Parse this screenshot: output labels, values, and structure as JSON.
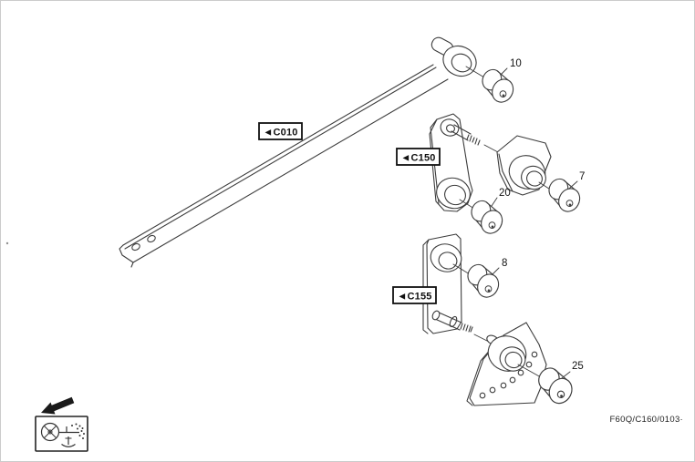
{
  "page": {
    "background": "#ffffff",
    "border_color": "#cccccc",
    "footer_code": "F60Q/C160/0103·"
  },
  "diagram": {
    "assembly_refs": [
      {
        "id": "C010",
        "label": "◄C010",
        "points_to": "torque-rod"
      },
      {
        "id": "C150",
        "label": "◄C150",
        "points_to": "upper-link-and-bracket"
      },
      {
        "id": "C155",
        "label": "◄C155",
        "points_to": "lower-link-and-bracket"
      }
    ],
    "part_callouts": [
      {
        "number": "10",
        "part": "rod-eye-bushing"
      },
      {
        "number": "7",
        "part": "upper-bracket-bushing"
      },
      {
        "number": "20",
        "part": "upper-link-bushing"
      },
      {
        "number": "8",
        "part": "lower-link-bushing"
      },
      {
        "number": "25",
        "part": "lower-bracket-bushing"
      }
    ]
  },
  "legend": {
    "arrow_icon": "down-left-solid-arrow",
    "pictogram_icon": "axle-position-pictogram"
  },
  "colors": {
    "line": "#3c3c3c",
    "text": "#111111",
    "arrow_fill": "#1a1a1a"
  }
}
